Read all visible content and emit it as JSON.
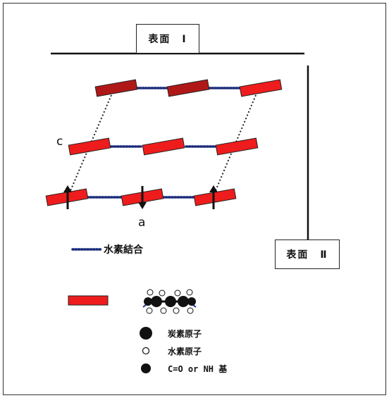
{
  "labels": {
    "surface1": "表面　Ⅰ",
    "surface2": "表面　Ⅱ",
    "axis_c": "c",
    "axis_a": "a",
    "hydrogen_bond": "水素結合",
    "carbon_atom": "炭素原子",
    "hydrogen_atom": "水素原子",
    "co_nh_group": "C=O or NH 基"
  },
  "colors": {
    "molecule_red": "#ee1c1c",
    "molecule_dark_red": "#b01818",
    "bond_dots": "#1a2a7a",
    "line": "#111111"
  },
  "molecule_rows": [
    {
      "row": "top",
      "count": 3,
      "color_key": "molecule_dark_red"
    },
    {
      "row": "middle",
      "count": 3,
      "color_key": "molecule_red"
    },
    {
      "row": "bottom",
      "count": 3,
      "color_key": "molecule_red",
      "arrows": [
        "up",
        "down",
        "up"
      ]
    }
  ]
}
